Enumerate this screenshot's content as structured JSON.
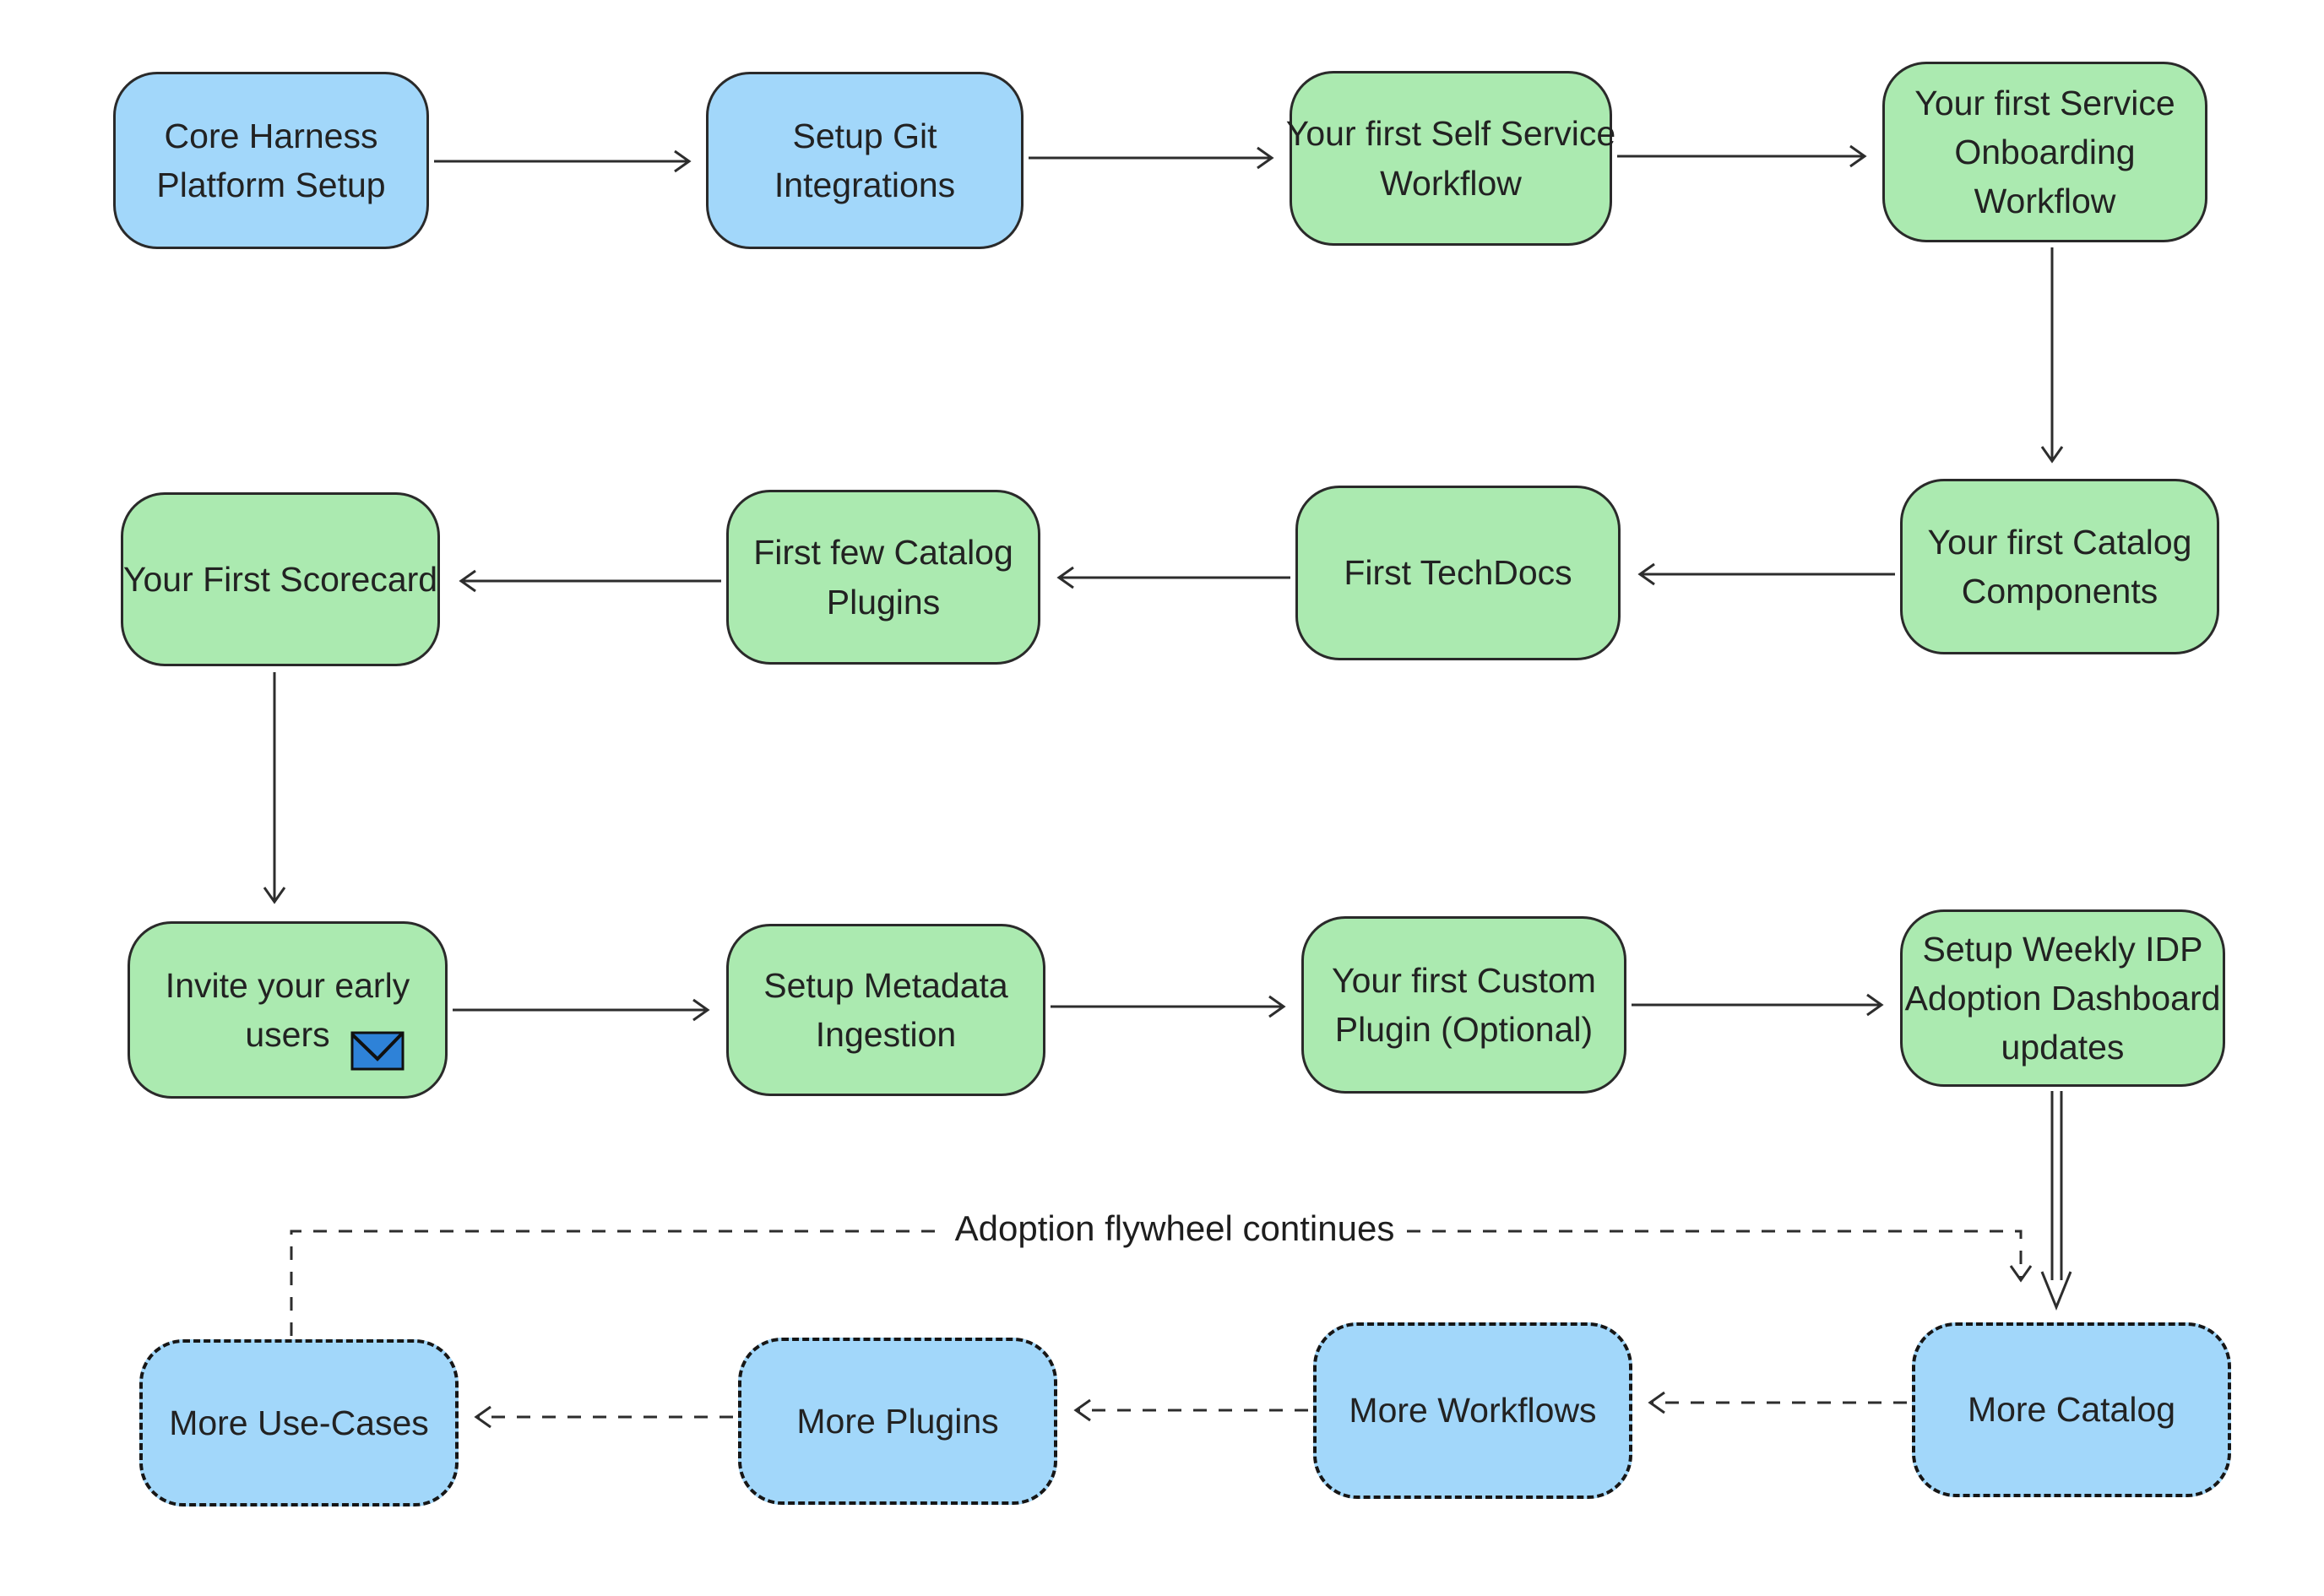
{
  "diagram": {
    "title_hint": "IDP adoption flowchart",
    "flywheel_label": "Adoption flywheel continues",
    "colors": {
      "node_blue": "#a2d7fa",
      "node_green": "#abeab0",
      "node_border": "#2a2a2a",
      "arrow": "#2d2d2d",
      "text": "#222222",
      "envelope_fill": "#2e82d8",
      "background": "#ffffff"
    },
    "nodes": [
      {
        "id": "core-harness-platform-setup",
        "label": "Core Harness\nPlatform Setup",
        "style": "solid-blue"
      },
      {
        "id": "setup-git-integrations",
        "label": "Setup Git\nIntegrations",
        "style": "solid-blue"
      },
      {
        "id": "first-self-service-workflow",
        "label": "Your first Self Service\nWorkflow",
        "style": "solid-green"
      },
      {
        "id": "first-service-onboarding-workflow",
        "label": "Your first Service\nOnboarding\nWorkflow",
        "style": "solid-green"
      },
      {
        "id": "first-scorecard",
        "label": "Your First Scorecard",
        "style": "solid-green"
      },
      {
        "id": "first-few-catalog-plugins",
        "label": "First few Catalog\nPlugins",
        "style": "solid-green"
      },
      {
        "id": "first-techdocs",
        "label": "First TechDocs",
        "style": "solid-green"
      },
      {
        "id": "first-catalog-components",
        "label": "Your first Catalog\nComponents",
        "style": "solid-green"
      },
      {
        "id": "invite-early-users",
        "label": "Invite your early\nusers",
        "style": "solid-green",
        "icon": "envelope-icon"
      },
      {
        "id": "setup-metadata-ingestion",
        "label": "Setup Metadata\nIngestion",
        "style": "solid-green"
      },
      {
        "id": "first-custom-plugin",
        "label": "Your first Custom\nPlugin (Optional)",
        "style": "solid-green"
      },
      {
        "id": "weekly-idp-adoption-dashboard",
        "label": "Setup Weekly IDP\nAdoption Dashboard\nupdates",
        "style": "solid-green"
      },
      {
        "id": "more-use-cases",
        "label": "More Use-Cases",
        "style": "dashed-blue"
      },
      {
        "id": "more-plugins",
        "label": "More Plugins",
        "style": "dashed-blue"
      },
      {
        "id": "more-workflows",
        "label": "More Workflows",
        "style": "dashed-blue"
      },
      {
        "id": "more-catalog",
        "label": "More Catalog",
        "style": "dashed-blue"
      }
    ],
    "edges": [
      {
        "from": "core-harness-platform-setup",
        "to": "setup-git-integrations",
        "style": "solid"
      },
      {
        "from": "setup-git-integrations",
        "to": "first-self-service-workflow",
        "style": "solid"
      },
      {
        "from": "first-self-service-workflow",
        "to": "first-service-onboarding-workflow",
        "style": "solid"
      },
      {
        "from": "first-service-onboarding-workflow",
        "to": "first-catalog-components",
        "style": "solid"
      },
      {
        "from": "first-catalog-components",
        "to": "first-techdocs",
        "style": "solid"
      },
      {
        "from": "first-techdocs",
        "to": "first-few-catalog-plugins",
        "style": "solid"
      },
      {
        "from": "first-few-catalog-plugins",
        "to": "first-scorecard",
        "style": "solid"
      },
      {
        "from": "first-scorecard",
        "to": "invite-early-users",
        "style": "solid"
      },
      {
        "from": "invite-early-users",
        "to": "setup-metadata-ingestion",
        "style": "solid"
      },
      {
        "from": "setup-metadata-ingestion",
        "to": "first-custom-plugin",
        "style": "solid"
      },
      {
        "from": "first-custom-plugin",
        "to": "weekly-idp-adoption-dashboard",
        "style": "solid"
      },
      {
        "from": "weekly-idp-adoption-dashboard",
        "to": "more-catalog",
        "style": "solid"
      },
      {
        "from": "more-catalog",
        "to": "more-workflows",
        "style": "dashed"
      },
      {
        "from": "more-workflows",
        "to": "more-plugins",
        "style": "dashed"
      },
      {
        "from": "more-plugins",
        "to": "more-use-cases",
        "style": "dashed"
      },
      {
        "from": "more-use-cases",
        "to": "more-catalog",
        "style": "dashed",
        "label": "Adoption flywheel continues"
      }
    ]
  }
}
